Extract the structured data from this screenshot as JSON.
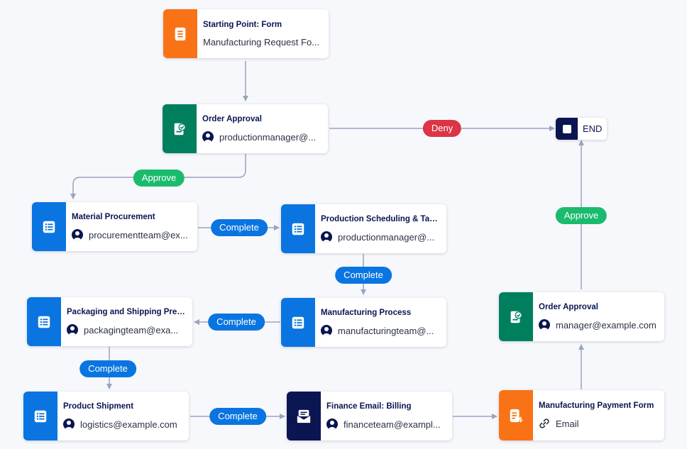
{
  "nodes": {
    "start": {
      "title": "Starting Point: Form",
      "subtitle": "Manufacturing Request Fo...",
      "icon": "form-icon",
      "color": "#f97316"
    },
    "order_approval_1": {
      "title": "Order Approval",
      "subtitle": "productionmanager@...",
      "icon": "approval-icon",
      "color": "#007f5f"
    },
    "material_procurement": {
      "title": "Material Procurement",
      "subtitle": "procurementteam@ex...",
      "icon": "task-list-icon",
      "color": "#0a75e0"
    },
    "production_scheduling": {
      "title": "Production Scheduling & Tas...",
      "subtitle": "productionmanager@...",
      "icon": "task-list-icon",
      "color": "#0a75e0"
    },
    "manufacturing_process": {
      "title": "Manufacturing Process",
      "subtitle": "manufacturingteam@...",
      "icon": "task-list-icon",
      "color": "#0a75e0"
    },
    "packaging": {
      "title": "Packaging and Shipping Prep...",
      "subtitle": "packagingteam@exa...",
      "icon": "task-list-icon",
      "color": "#0a75e0"
    },
    "product_shipment": {
      "title": "Product Shipment",
      "subtitle": "logistics@example.com",
      "icon": "task-list-icon",
      "color": "#0a75e0"
    },
    "finance_email": {
      "title": "Finance Email: Billing",
      "subtitle": "financeteam@exampl...",
      "icon": "email-icon",
      "color": "#0a1551"
    },
    "payment_form": {
      "title": "Manufacturing Payment Form",
      "subtitle": "Email",
      "icon": "payment-form-icon",
      "color": "#f97316"
    },
    "order_approval_2": {
      "title": "Order Approval",
      "subtitle": "manager@example.com",
      "icon": "approval-icon",
      "color": "#007f5f"
    }
  },
  "end": {
    "label": "END"
  },
  "edge_labels": {
    "deny": "Deny",
    "approve_1": "Approve",
    "approve_2": "Approve",
    "complete_1": "Complete",
    "complete_2": "Complete",
    "complete_3": "Complete",
    "complete_4": "Complete",
    "complete_5": "Complete"
  },
  "colors": {
    "edge": "#9aa3c2",
    "complete": "#0a75e0",
    "approve": "#1bbb6e",
    "deny": "#dc3545"
  }
}
